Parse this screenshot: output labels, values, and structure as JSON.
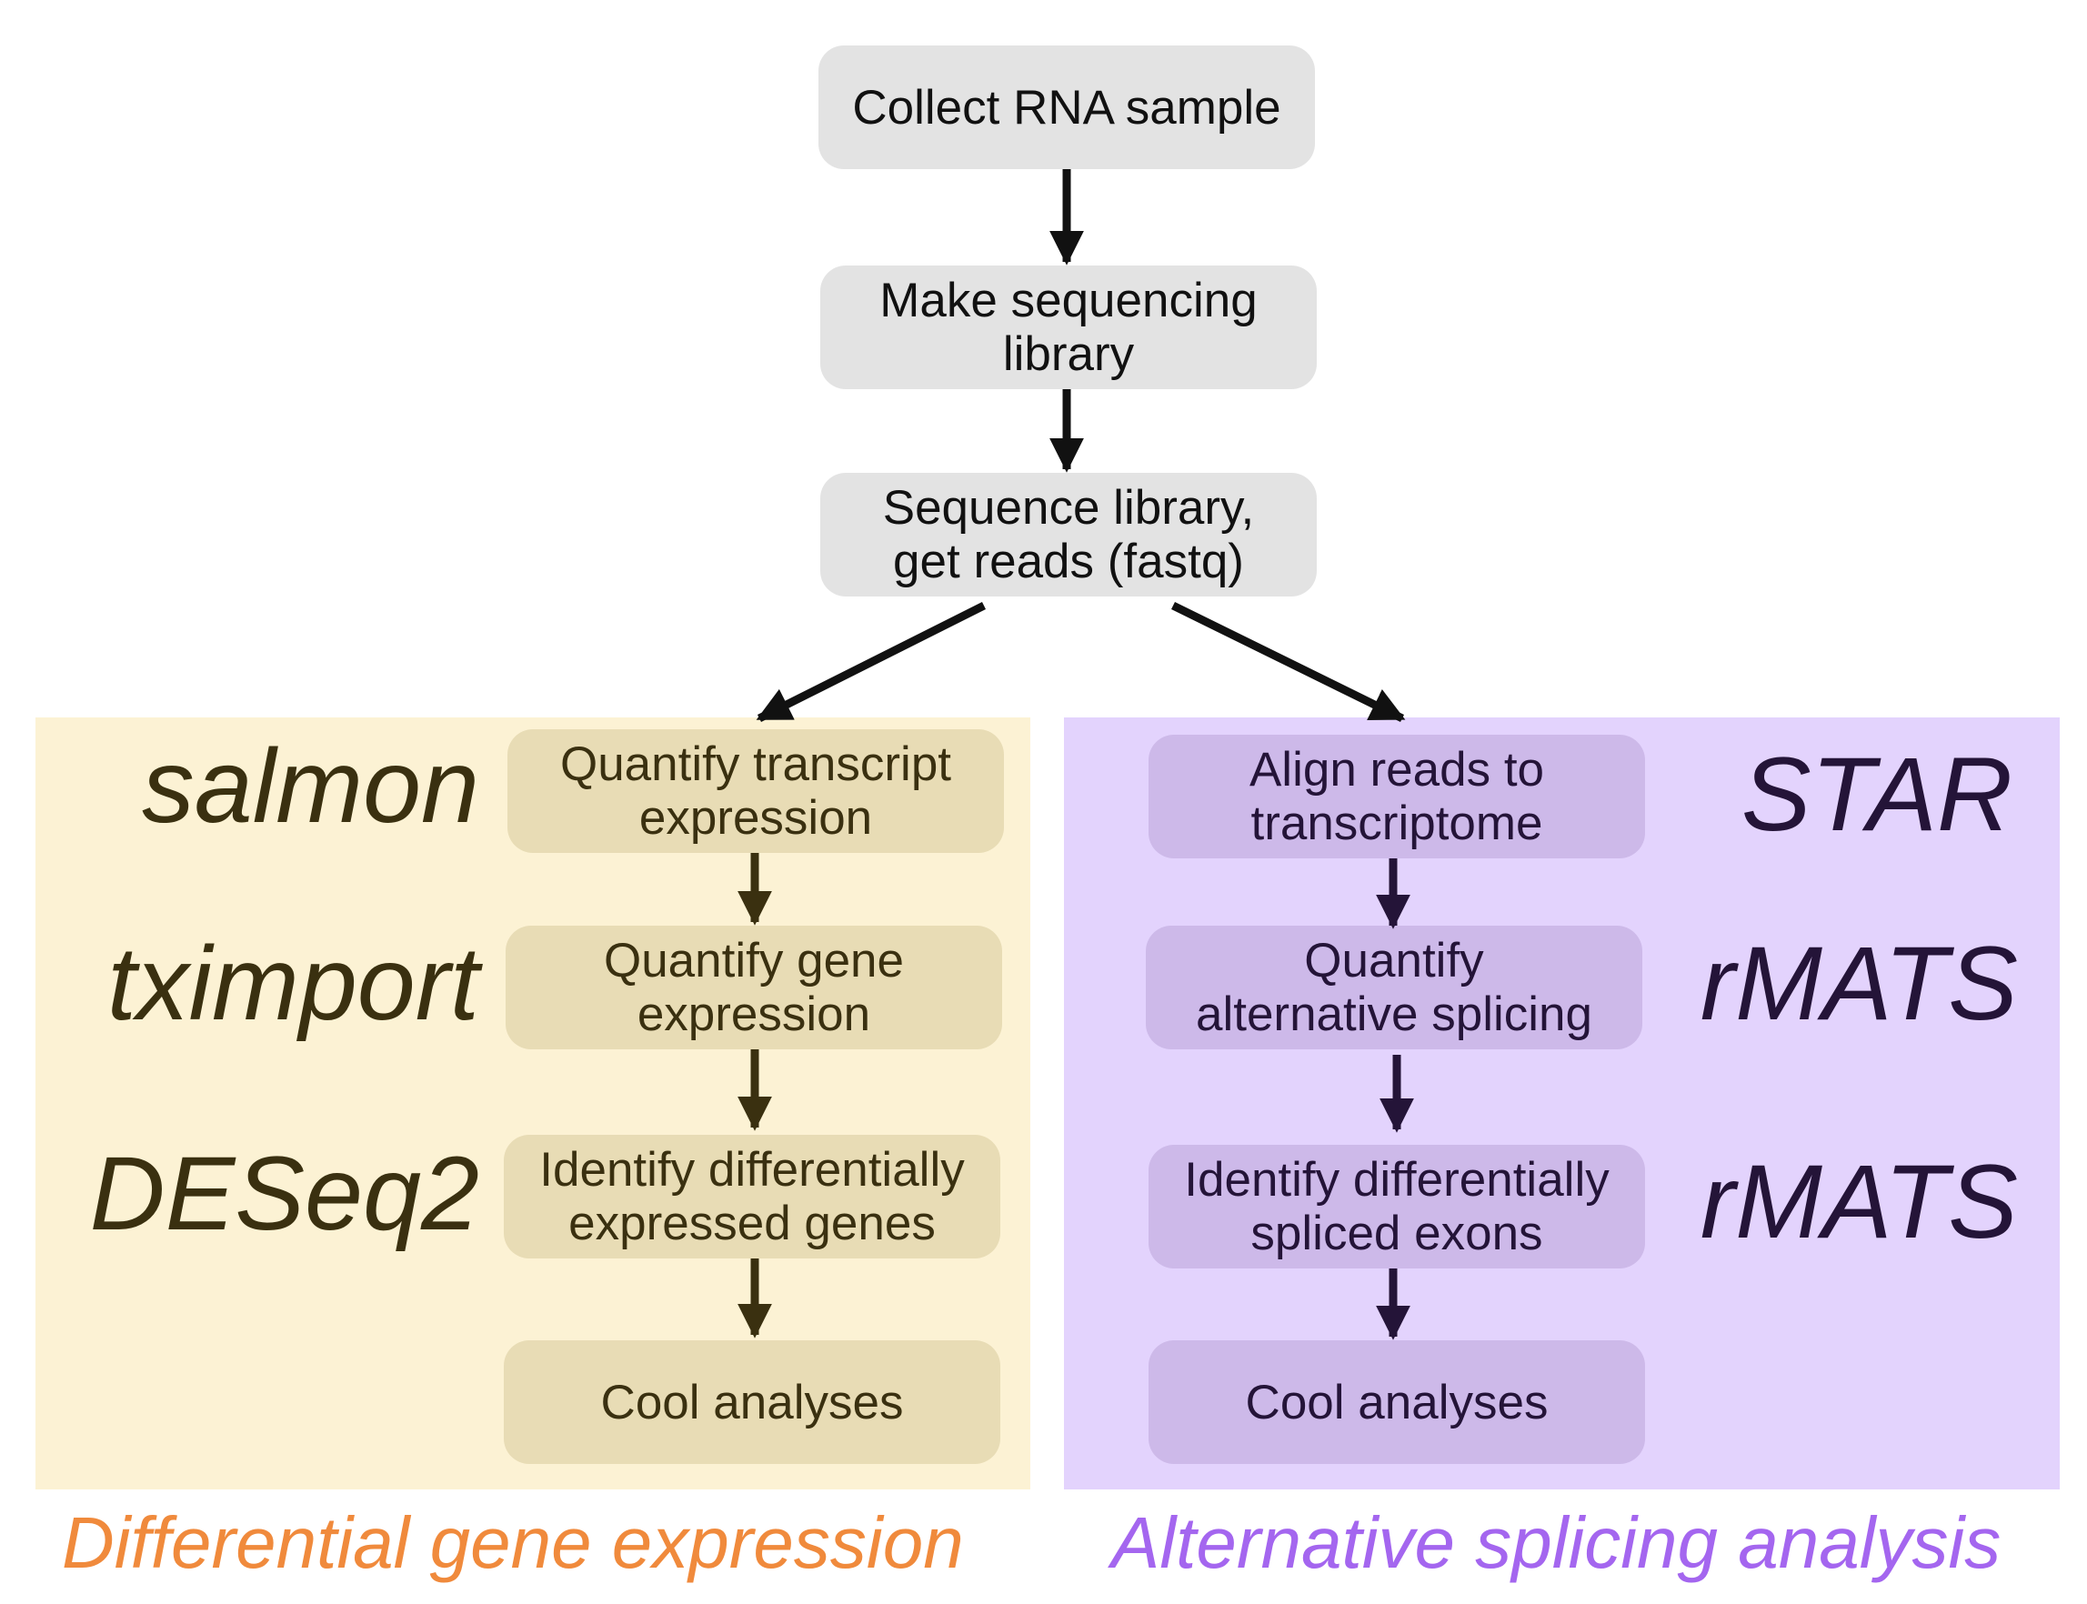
{
  "pipeline": {
    "top_steps": [
      "Collect RNA sample",
      "Make sequencing\nlibrary",
      "Sequence library,\nget reads (fastq)"
    ]
  },
  "left_branch": {
    "caption": "Differential gene expression",
    "caption_color": "#f08a3c",
    "steps": [
      "Quantify transcript\nexpression",
      "Quantify gene\nexpression",
      "Identify differentially\nexpressed genes",
      "Cool analyses"
    ],
    "tools": [
      "salmon",
      "tximport",
      "DESeq2"
    ]
  },
  "right_branch": {
    "caption": "Alternative splicing analysis",
    "caption_color": "#a466ef",
    "steps": [
      "Align reads to\ntranscriptome",
      "Quantify\nalternative splicing",
      "Identify differentially\nspliced exons",
      "Cool analyses"
    ],
    "tools": [
      "STAR",
      "rMATS",
      "rMATS"
    ]
  }
}
